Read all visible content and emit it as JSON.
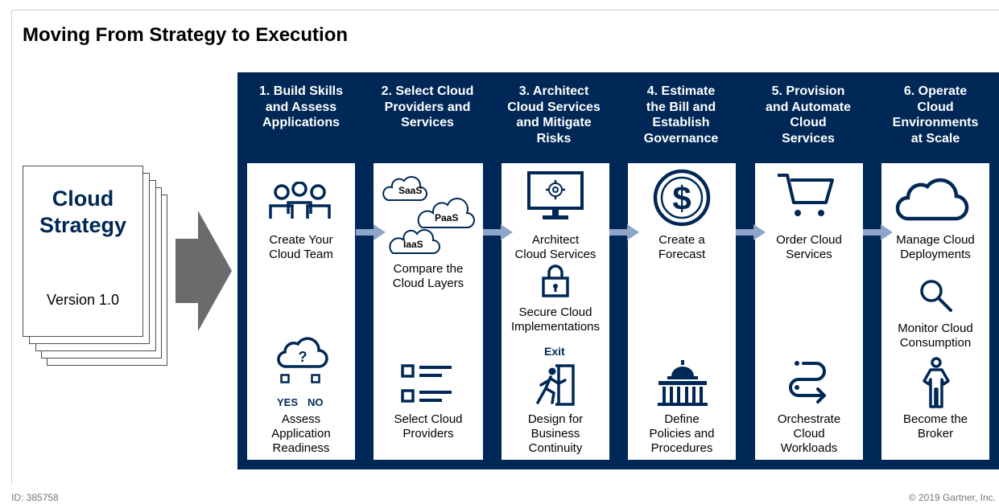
{
  "title": "Moving From Strategy to Execution",
  "document": {
    "title_line1": "Cloud",
    "title_line2": "Strategy",
    "version": "Version 1.0"
  },
  "colors": {
    "navy": "#002856",
    "arrow_gray": "#6b6b6b",
    "chevron": "#8ea4c8"
  },
  "steps": [
    {
      "heading": [
        "1. Build Skills",
        "and Assess",
        "Applications"
      ],
      "items": [
        {
          "icon": "team-icon",
          "label": [
            "Create Your",
            "Cloud Team"
          ]
        },
        {
          "icon": "cloud-question-icon",
          "label": [
            "Assess",
            "Application",
            "Readiness"
          ],
          "yes": "YES",
          "no": "NO"
        }
      ]
    },
    {
      "heading": [
        "2. Select Cloud",
        "Providers and",
        "Services"
      ],
      "items": [
        {
          "icon": "cloud-layers-icon",
          "label": [
            "Compare the",
            "Cloud Layers"
          ],
          "saas": "SaaS",
          "paas": "PaaS",
          "iaas": "IaaS"
        },
        {
          "icon": "checklist-icon",
          "label": [
            "Select Cloud",
            "Providers"
          ]
        }
      ]
    },
    {
      "heading": [
        "3. Architect",
        "Cloud Services",
        "and Mitigate",
        "Risks"
      ],
      "items": [
        {
          "icon": "monitor-gear-icon",
          "label": [
            "Architect",
            "Cloud Services"
          ]
        },
        {
          "icon": "lock-icon",
          "label": [
            "Secure Cloud",
            "Implementations"
          ]
        },
        {
          "icon": "exit-icon",
          "label": [
            "Design for",
            "Business",
            "Continuity"
          ],
          "exit": "Exit"
        }
      ]
    },
    {
      "heading": [
        "4. Estimate",
        "the Bill and",
        "Establish",
        "Governance"
      ],
      "items": [
        {
          "icon": "dollar-icon",
          "label": [
            "Create a",
            "Forecast"
          ]
        },
        {
          "icon": "capitol-icon",
          "label": [
            "Define",
            "Policies and",
            "Procedures"
          ]
        }
      ]
    },
    {
      "heading": [
        "5. Provision",
        "and Automate",
        "Cloud",
        "Services"
      ],
      "items": [
        {
          "icon": "cart-icon",
          "label": [
            "Order Cloud",
            "Services"
          ]
        },
        {
          "icon": "workflow-icon",
          "label": [
            "Orchestrate",
            "Cloud",
            "Workloads"
          ]
        }
      ]
    },
    {
      "heading": [
        "6. Operate",
        "Cloud",
        "Environments",
        "at Scale"
      ],
      "items": [
        {
          "icon": "cloud-icon",
          "label": [
            "Manage Cloud",
            "Deployments"
          ]
        },
        {
          "icon": "magnifier-icon",
          "label": [
            "Monitor Cloud",
            "Consumption"
          ]
        },
        {
          "icon": "broker-icon",
          "label": [
            "Become the",
            "Broker"
          ]
        }
      ]
    }
  ],
  "footer": {
    "id": "ID: 385758",
    "copyright": "© 2019 Gartner, Inc."
  }
}
